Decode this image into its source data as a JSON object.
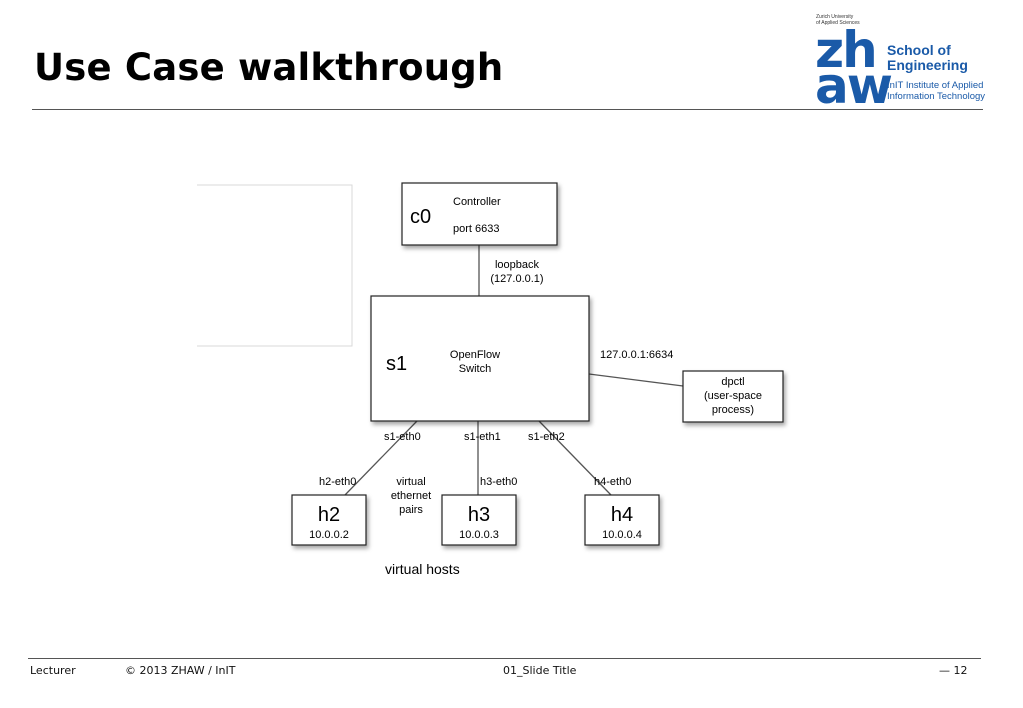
{
  "slide": {
    "title": "Use Case walkthrough"
  },
  "logo": {
    "university_line1": "Zurich University",
    "university_line2": "of Applied Sciences",
    "mark_top": "zh",
    "mark_bottom": "aw",
    "school_line1": "School of",
    "school_line2": "Engineering",
    "institute_line1": "InIT Institute of Applied",
    "institute_line2": "Information Technology",
    "brand_color": "#1a5aa8"
  },
  "diagram": {
    "controller": {
      "id": "c0",
      "name": "Controller",
      "port": "port 6633"
    },
    "loopback": {
      "label": "loopback",
      "address": "(127.0.0.1)"
    },
    "switch": {
      "id": "s1",
      "line1": "OpenFlow",
      "line2": "Switch"
    },
    "dpctl_link": "127.0.0.1:6634",
    "dpctl": {
      "line1": "dpctl",
      "line2": "(user-space",
      "line3": "process)"
    },
    "ports": {
      "p0": "s1-eth0",
      "p1": "s1-eth1",
      "p2": "s1-eth2"
    },
    "veth": {
      "line1": "virtual",
      "line2": "ethernet",
      "line3": "pairs"
    },
    "hosts": [
      {
        "id": "h2",
        "ip": "10.0.0.2",
        "iface": "h2-eth0"
      },
      {
        "id": "h3",
        "ip": "10.0.0.3",
        "iface": "h3-eth0"
      },
      {
        "id": "h4",
        "ip": "10.0.0.4",
        "iface": "h4-eth0"
      }
    ],
    "hosts_caption": "virtual hosts"
  },
  "footer": {
    "lecturer": "Lecturer",
    "copyright": "©  2013  ZHAW / InIT",
    "slide_name": "01_Slide Title",
    "page": "— 12"
  }
}
